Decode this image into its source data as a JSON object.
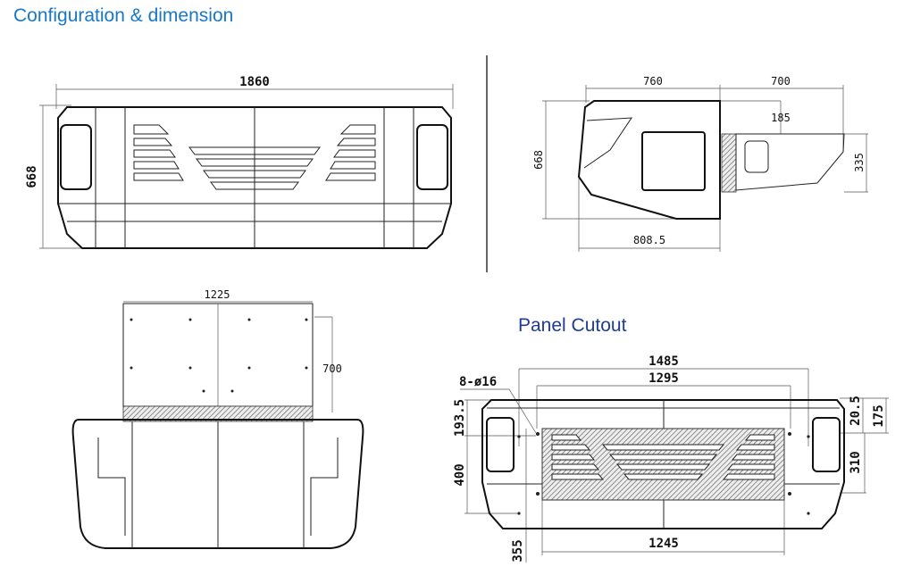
{
  "titles": {
    "main": "Configuration & dimension",
    "panel": "Panel Cutout"
  },
  "colors": {
    "main_title": "#1877c9",
    "panel_title": "#1f3c94"
  },
  "front_view": {
    "width": "1860",
    "height": "668"
  },
  "side_view": {
    "depth": "760",
    "extension": "700",
    "offset": "185",
    "height": "668",
    "ext_height": "335",
    "base_depth": "808.5"
  },
  "top_view": {
    "width": "1225",
    "depth": "700"
  },
  "panel_cutout": {
    "outer_width": "1485",
    "inner_width": "1295",
    "holes": "8-ø16",
    "top_offset": "193.5",
    "height": "400",
    "bottom_offset": "355",
    "cutout_width": "1245",
    "right_top": "20.5",
    "right_offset": "175",
    "right_height": "310"
  }
}
